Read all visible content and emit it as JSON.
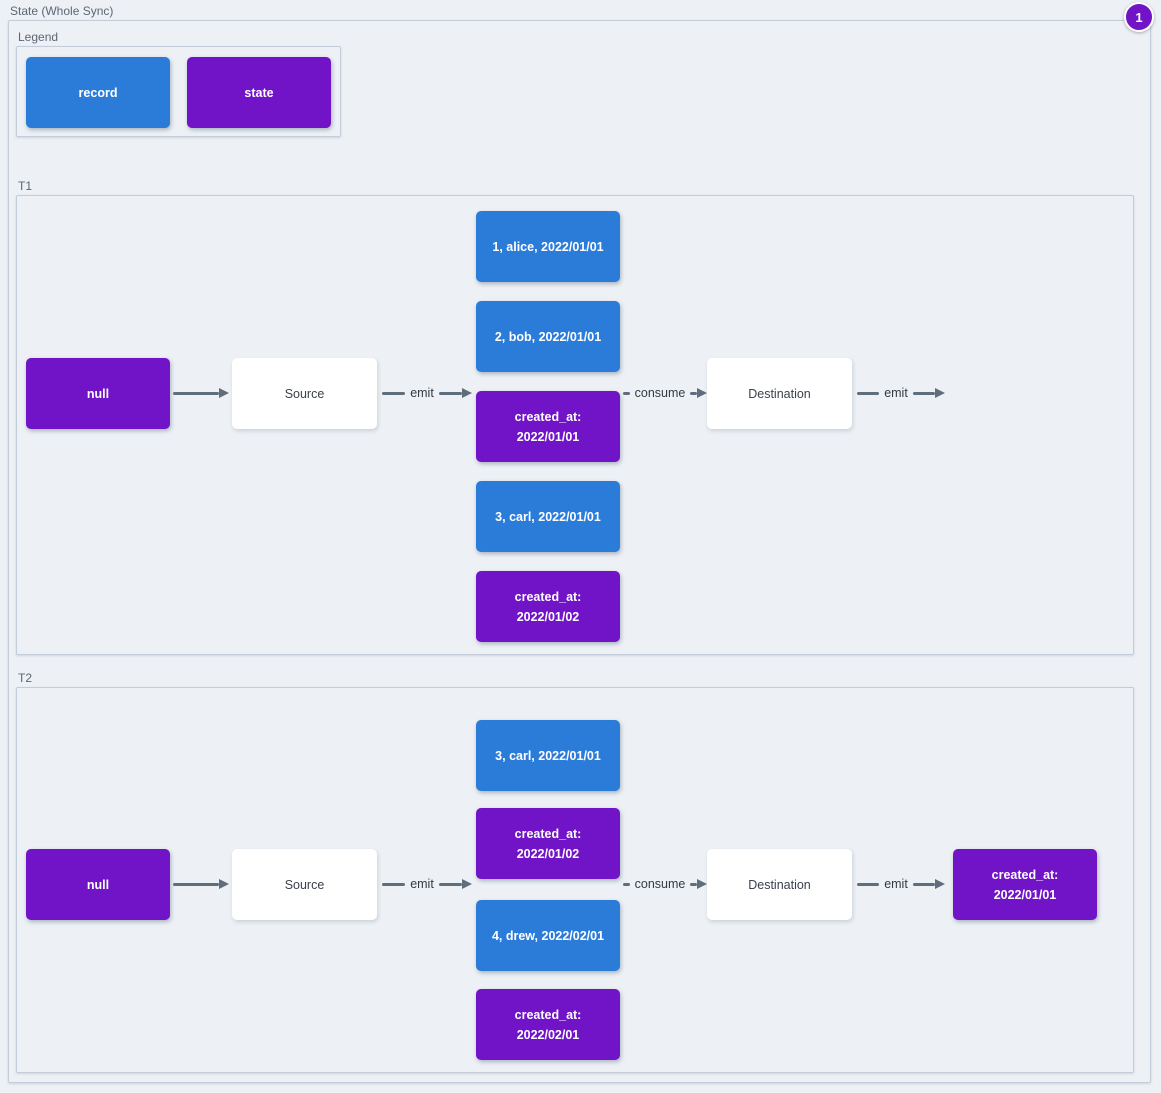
{
  "title": "State (Whole Sync)",
  "badge": {
    "count": "1"
  },
  "colors": {
    "record_blue": "#2b7cd9",
    "state_purple": "#7113c6",
    "arrow_gray": "#606d7d",
    "background": "#edf1f5"
  },
  "legend": {
    "label": "Legend",
    "record_label": "record",
    "state_label": "state"
  },
  "t1": {
    "label": "T1",
    "state_in": "null",
    "source": "Source",
    "emit_label": "emit",
    "consume_label": "consume",
    "emit_out_label": "emit",
    "destination": "Destination",
    "stack": [
      {
        "type": "record",
        "text": "1, alice, 2022/01/01"
      },
      {
        "type": "record",
        "text": "2, bob, 2022/01/01"
      },
      {
        "type": "state",
        "text": "created_at:\n2022/01/01"
      },
      {
        "type": "record",
        "text": "3, carl, 2022/01/01"
      },
      {
        "type": "state",
        "text": "created_at:\n2022/01/02"
      }
    ]
  },
  "t2": {
    "label": "T2",
    "state_in": "null",
    "source": "Source",
    "emit_label": "emit",
    "consume_label": "consume",
    "emit_out_label": "emit",
    "destination": "Destination",
    "state_out": "created_at:\n2022/01/01",
    "stack": [
      {
        "type": "record",
        "text": "3, carl, 2022/01/01"
      },
      {
        "type": "state",
        "text": "created_at:\n2022/01/02"
      },
      {
        "type": "record",
        "text": "4, drew, 2022/02/01"
      },
      {
        "type": "state",
        "text": "created_at:\n2022/02/01"
      }
    ]
  }
}
